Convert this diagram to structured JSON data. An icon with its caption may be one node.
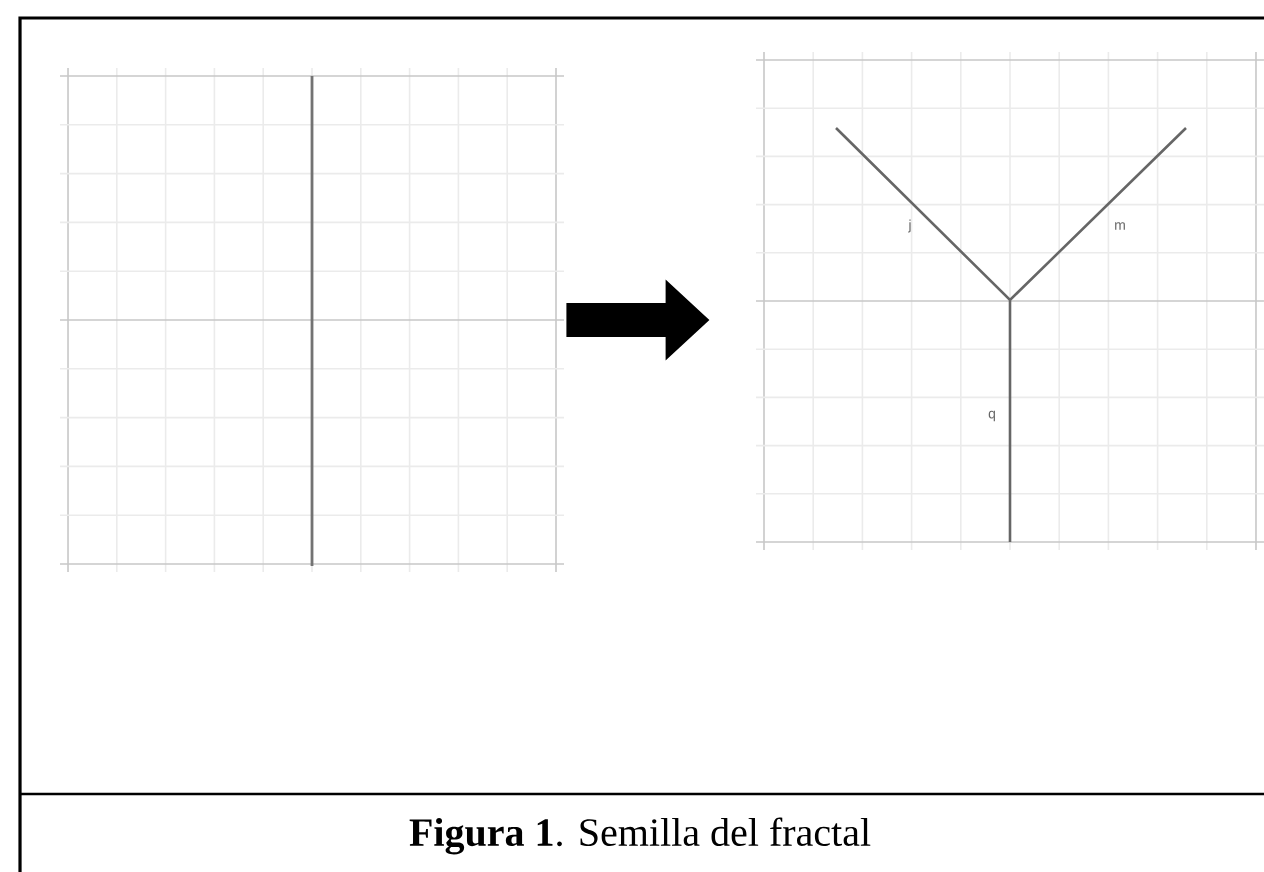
{
  "diagram": {
    "caption": "**Figura 1**. Semilla del fractal",
    "nodes": [
      {
        "text": [],
        "shape": "picture"
      },
      {
        "text": [],
        "shape": "picture"
      }
    ],
    "edges": [
      {
        "from": 0,
        "to": 1,
        "arrow": "to"
      }
    ],
    "labels": [
      "j",
      "m",
      "q"
    ]
  }
}
